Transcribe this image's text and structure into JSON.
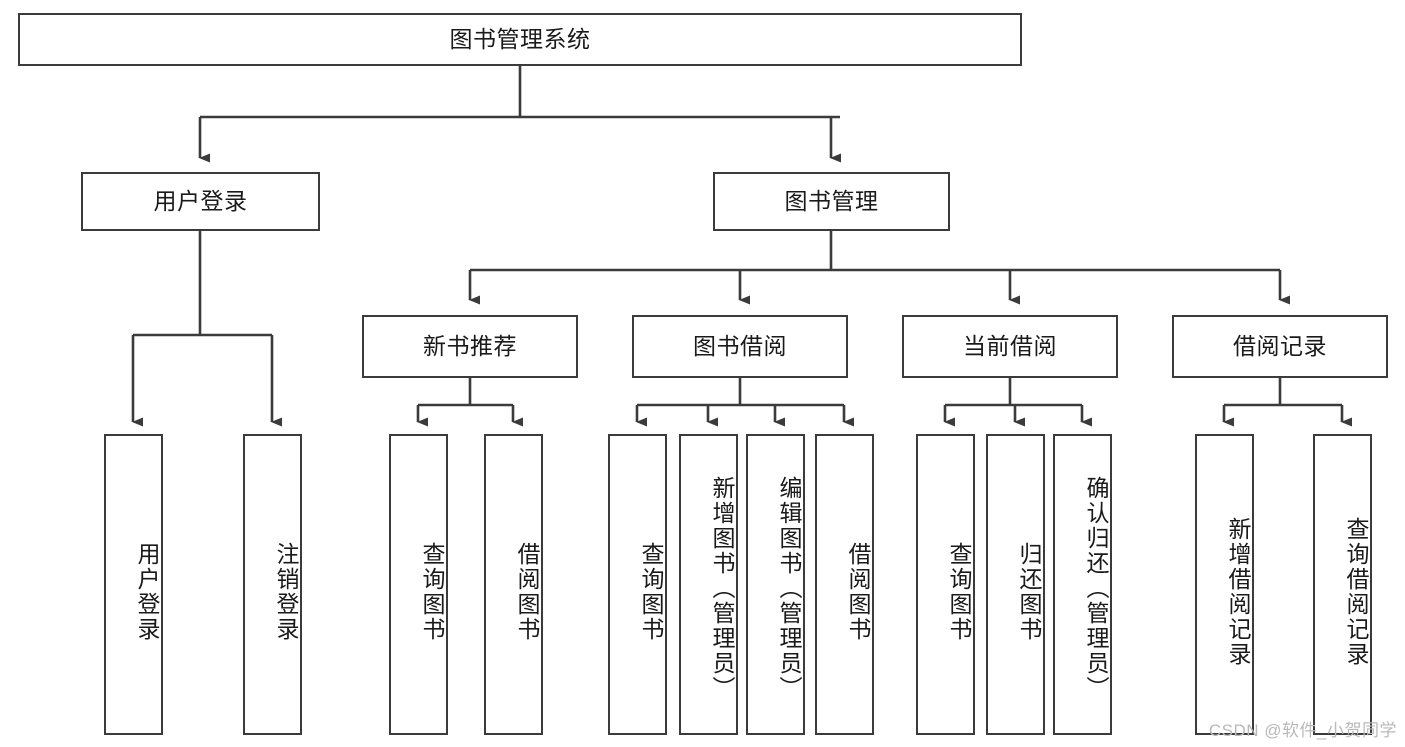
{
  "diagram": {
    "title": "图书管理系统",
    "type": "hierarchy-tree",
    "root": {
      "label": "图书管理系统"
    },
    "tier2": [
      {
        "label": "用户登录"
      },
      {
        "label": "图书管理"
      }
    ],
    "tier3": [
      {
        "label": "新书推荐"
      },
      {
        "label": "图书借阅"
      },
      {
        "label": "当前借阅"
      },
      {
        "label": "借阅记录"
      }
    ],
    "leaves": {
      "user_login": [
        {
          "label": "用户登录"
        },
        {
          "label": "注销登录"
        }
      ],
      "new_book_recommend": [
        {
          "label": "查询图书"
        },
        {
          "label": "借阅图书"
        }
      ],
      "book_borrow": [
        {
          "label": "查询图书"
        },
        {
          "label": "新增图书（管理员）"
        },
        {
          "label": "编辑图书（管理员）"
        },
        {
          "label": "借阅图书"
        }
      ],
      "current_borrow": [
        {
          "label": "查询图书"
        },
        {
          "label": "归还图书"
        },
        {
          "label": "确认归还（管理员）"
        }
      ],
      "borrow_record": [
        {
          "label": "新增借阅记录"
        },
        {
          "label": "查询借阅记录"
        }
      ]
    }
  },
  "watermark": {
    "text": "CSDN @软件_小贺同学"
  },
  "colors": {
    "stroke": "#3b3b3b",
    "text": "#1a1a1a",
    "background": "#ffffff",
    "watermark": "#b9b9b9"
  }
}
